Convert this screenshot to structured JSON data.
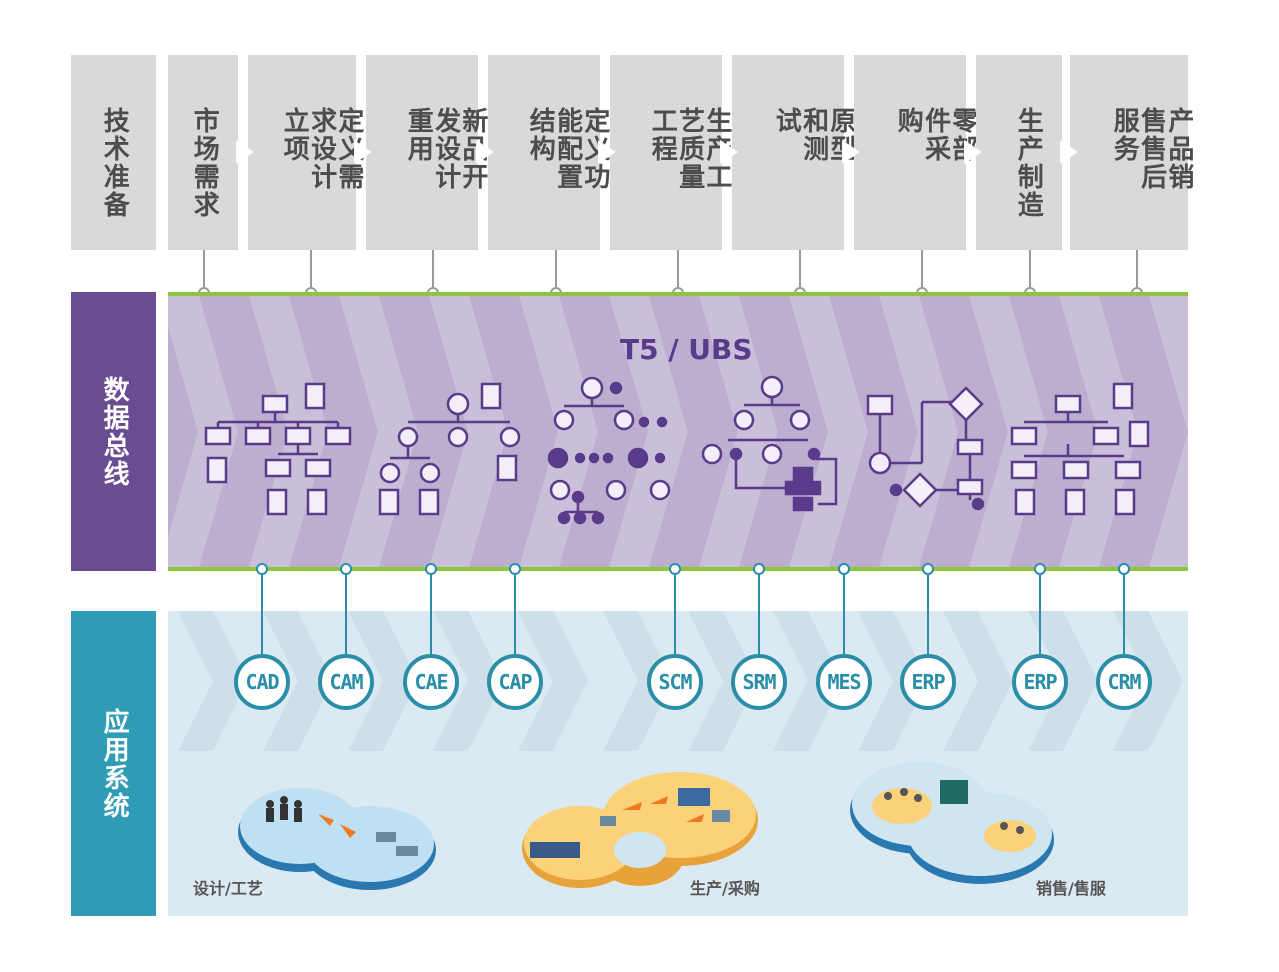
{
  "stages": [
    {
      "label": "技术准备"
    },
    {
      "label": "市场需求"
    },
    {
      "label": "定义需求设计立项"
    },
    {
      "label": "新品开发设计重用"
    },
    {
      "label": "定义功能配置结构"
    },
    {
      "label": "生产工艺质量工程"
    },
    {
      "label": "原型和测试"
    },
    {
      "label": "零部件采购"
    },
    {
      "label": "生产制造"
    },
    {
      "label": "产品销售售后服务"
    }
  ],
  "rows": {
    "data_bus": "数据总线",
    "app_system": "应用系统"
  },
  "bus_title": "T5 / UBS",
  "systems": [
    "CAD",
    "CAM",
    "CAE",
    "CAP",
    "SCM",
    "SRM",
    "MES",
    "ERP",
    "ERP",
    "CRM"
  ],
  "islands": [
    {
      "label": "设计/工艺"
    },
    {
      "label": "生产/采购"
    },
    {
      "label": "销售/售服"
    }
  ],
  "colors": {
    "gray_tile": "#d9d9da",
    "purple_dark": "#6a4c93",
    "purple_band": "#bcaecf",
    "teal_dark": "#2f9bb5",
    "teal_band": "#dbeaf2",
    "green_line": "#8cc63f",
    "icon_purple": "#5a3a8a"
  }
}
